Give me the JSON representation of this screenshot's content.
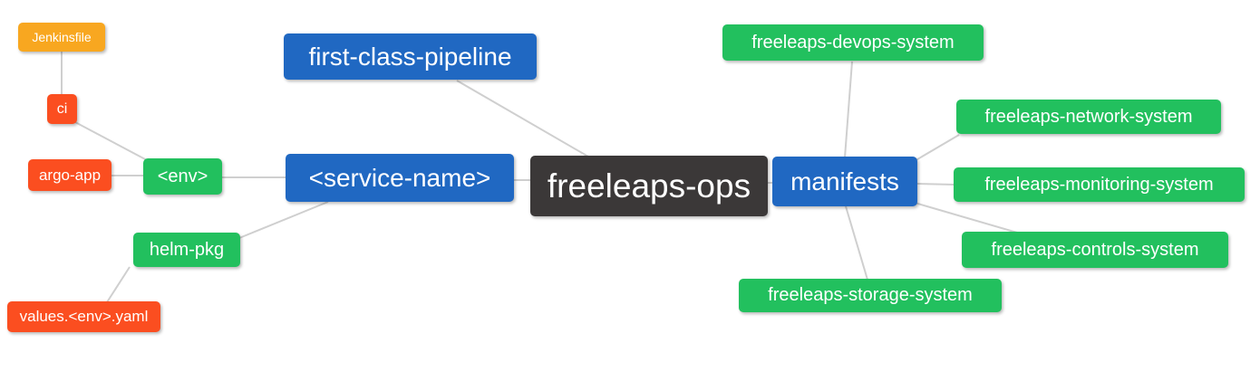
{
  "diagram": {
    "type": "mindmap",
    "background": "#ffffff",
    "edge_color": "#cfcfcf",
    "colors": {
      "root": "#3B3838",
      "branch_blue": "#2068C2",
      "level_green": "#22C05E",
      "leaf_red": "#FB4E20",
      "leaf_orange": "#F8A720",
      "node_text": "#ffffff"
    },
    "nodes": {
      "root": {
        "label": "freeleaps-ops",
        "level": 0
      },
      "first_class_pipeline": {
        "label": "first-class-pipeline",
        "level": 1
      },
      "service_name": {
        "label": "<service-name>",
        "level": 1
      },
      "manifests": {
        "label": "manifests",
        "level": 1
      },
      "env": {
        "label": "<env>",
        "level": 2
      },
      "helm_pkg": {
        "label": "helm-pkg",
        "level": 2
      },
      "ci": {
        "label": "ci",
        "level": 3
      },
      "argo_app": {
        "label": "argo-app",
        "level": 3
      },
      "jenkinsfile": {
        "label": "Jenkinsfile",
        "level": 4
      },
      "values_env_yaml": {
        "label": "values.<env>.yaml",
        "level": 3
      },
      "devops_system": {
        "label": "freeleaps-devops-system",
        "level": 2
      },
      "network_system": {
        "label": "freeleaps-network-system",
        "level": 2
      },
      "monitoring_system": {
        "label": "freeleaps-monitoring-system",
        "level": 2
      },
      "controls_system": {
        "label": "freeleaps-controls-system",
        "level": 2
      },
      "storage_system": {
        "label": "freeleaps-storage-system",
        "level": 2
      }
    },
    "edges": [
      [
        "jenkinsfile",
        "ci"
      ],
      [
        "ci",
        "env"
      ],
      [
        "argo_app",
        "env"
      ],
      [
        "env",
        "service_name"
      ],
      [
        "service_name",
        "helm_pkg"
      ],
      [
        "helm_pkg",
        "values_env_yaml"
      ],
      [
        "first_class_pipeline",
        "root"
      ],
      [
        "service_name",
        "root"
      ],
      [
        "root",
        "manifests"
      ],
      [
        "devops_system",
        "manifests"
      ],
      [
        "manifests",
        "network_system"
      ],
      [
        "manifests",
        "monitoring_system"
      ],
      [
        "manifests",
        "controls_system"
      ],
      [
        "manifests",
        "storage_system"
      ]
    ]
  }
}
